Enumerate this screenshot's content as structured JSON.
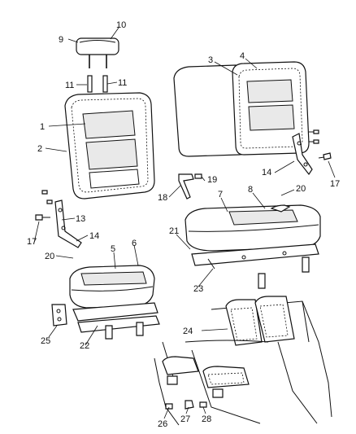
{
  "callouts": [
    "1",
    "2",
    "3",
    "4",
    "5",
    "6",
    "7",
    "8",
    "9",
    "10",
    "11",
    "11",
    "13",
    "14",
    "14",
    "17",
    "17",
    "18",
    "19",
    "20",
    "20",
    "21",
    "22",
    "23",
    "24",
    "25",
    "26",
    "27",
    "28"
  ]
}
